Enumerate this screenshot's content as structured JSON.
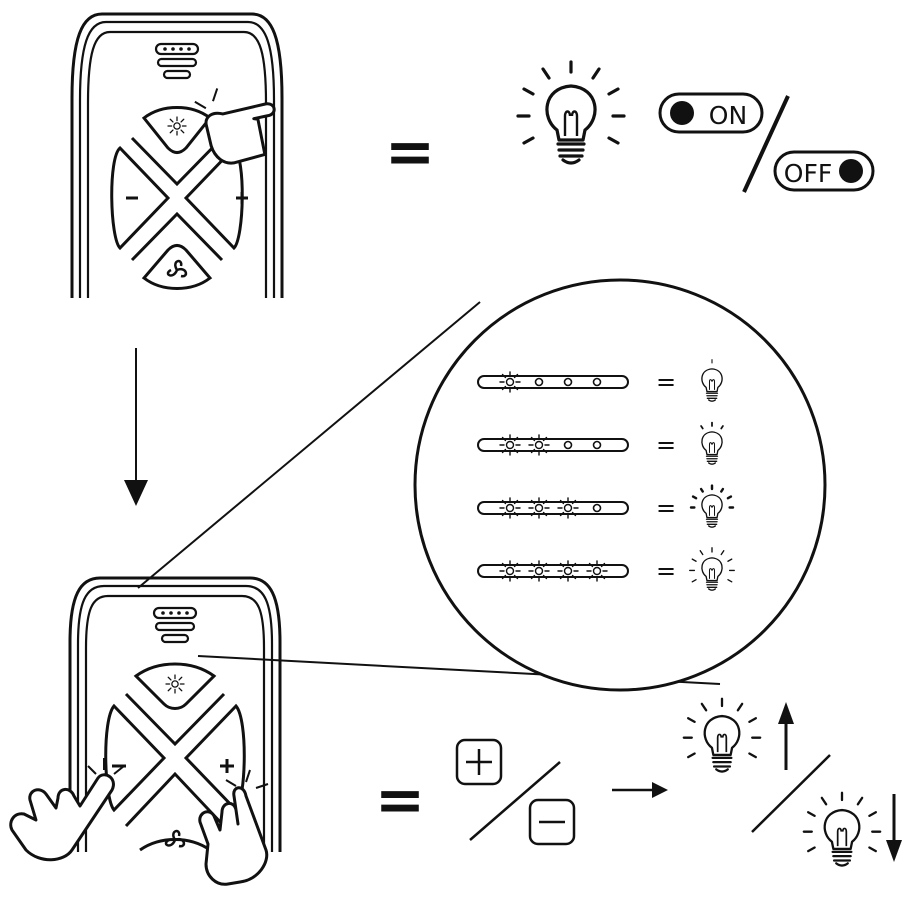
{
  "diagram": {
    "on_label": "ON",
    "off_label": "OFF",
    "equals": "=",
    "brightness_levels": [
      {
        "lit": 1,
        "bulb_rays": 1
      },
      {
        "lit": 2,
        "bulb_rays": 2
      },
      {
        "lit": 3,
        "bulb_rays": 3
      },
      {
        "lit": 4,
        "bulb_rays": 4
      }
    ],
    "icons": {
      "remote": "remote-control-icon",
      "hand": "pointing-hand-icon",
      "bulb": "light-bulb-icon",
      "plus": "plus-icon",
      "minus": "minus-icon",
      "arrow_up": "arrow-up-icon",
      "arrow_down": "arrow-down-icon",
      "fan": "fan-icon"
    }
  }
}
